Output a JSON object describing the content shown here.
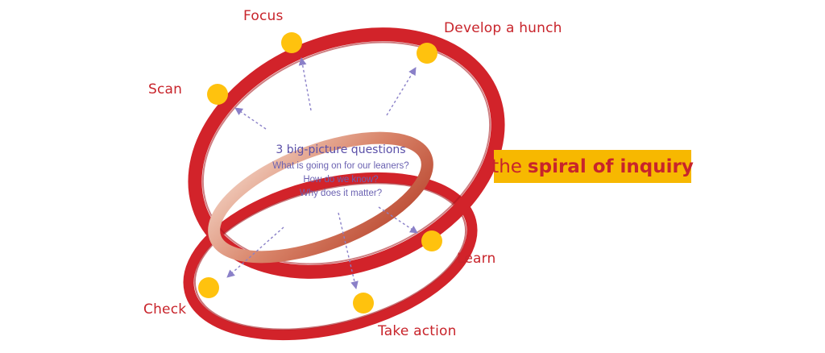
{
  "colors": {
    "ring": "#d2232a",
    "ring_dark": "#a5161c",
    "inner_ring": "#cf6b4f",
    "node": "#ffc20e",
    "arrow": "#8a80c8",
    "title_bg": "#f7b800",
    "label": "#c8242b",
    "question": "#6b62b2"
  },
  "nodes": [
    {
      "name": "Focus",
      "label": "Focus"
    },
    {
      "name": "Develop a hunch",
      "label": "Develop a hunch"
    },
    {
      "name": "Scan",
      "label": "Scan"
    },
    {
      "name": "Learn",
      "label": "Learn"
    },
    {
      "name": "Check",
      "label": "Check"
    },
    {
      "name": "Take action",
      "label": "Take action"
    }
  ],
  "center": {
    "title": "3 big-picture questions",
    "questions": [
      "What is going on for our leaners?",
      "How do we know?",
      "Why does it matter?"
    ]
  },
  "title_box": {
    "prefix": "the",
    "main": "spiral of inquiry"
  }
}
